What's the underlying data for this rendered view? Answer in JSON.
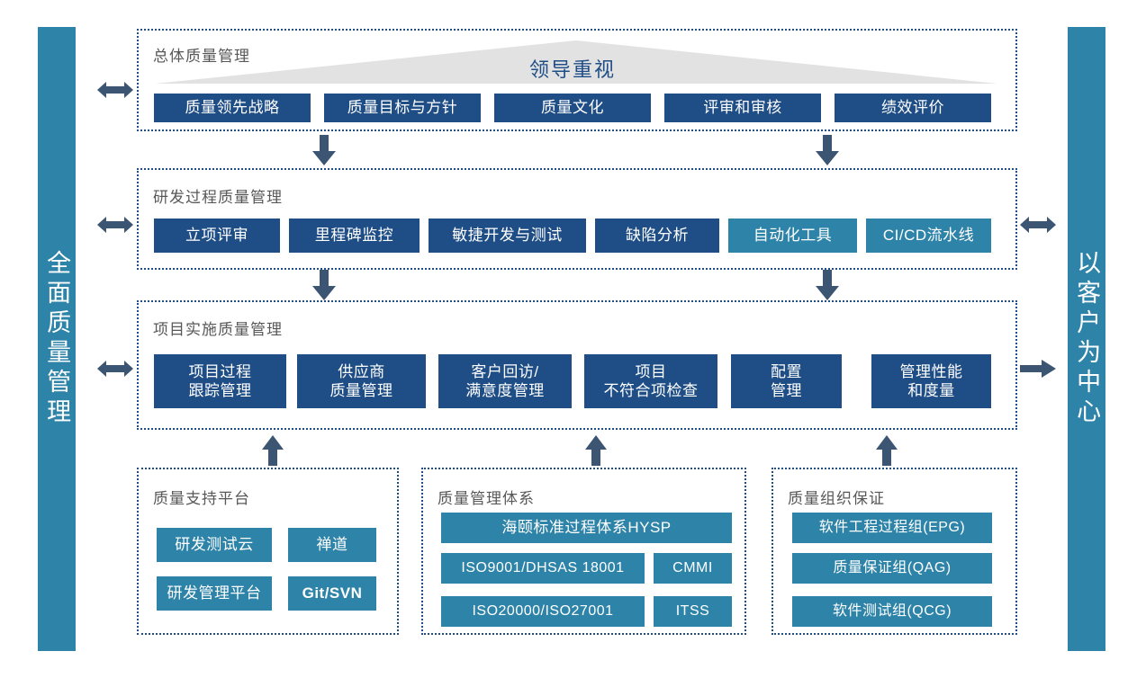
{
  "sidebars": {
    "left": {
      "label": "全面质量管理",
      "color": "#2E83A8"
    },
    "right": {
      "label": "以客户为中心",
      "color": "#2E83A8"
    }
  },
  "colors": {
    "navy": "#1F4E86",
    "teal": "#2E83A8",
    "banner_gray": "#E2E2E2",
    "arrow": "#3C5572",
    "panel_border": "#1F4E86",
    "title_text": "#585858"
  },
  "banner": {
    "label": "领导重视"
  },
  "sections": [
    {
      "title": "总体质量管理",
      "items": [
        {
          "label": "质量领先战略",
          "style": "navy"
        },
        {
          "label": "质量目标与方针",
          "style": "navy"
        },
        {
          "label": "质量文化",
          "style": "navy"
        },
        {
          "label": "评审和审核",
          "style": "navy"
        },
        {
          "label": "绩效评价",
          "style": "navy"
        }
      ]
    },
    {
      "title": "研发过程质量管理",
      "items": [
        {
          "label": "立项评审",
          "style": "navy"
        },
        {
          "label": "里程碑监控",
          "style": "navy"
        },
        {
          "label": "敏捷开发与测试",
          "style": "navy"
        },
        {
          "label": "缺陷分析",
          "style": "navy"
        },
        {
          "label": "自动化工具",
          "style": "teal"
        },
        {
          "label": "CI/CD流水线",
          "style": "teal"
        }
      ]
    },
    {
      "title": "项目实施质量管理",
      "items": [
        {
          "label": "项目过程\n跟踪管理",
          "style": "navy"
        },
        {
          "label": "供应商\n质量管理",
          "style": "navy"
        },
        {
          "label": "客户回访/\n满意度管理",
          "style": "navy"
        },
        {
          "label": "项目\n不符合项检查",
          "style": "navy"
        },
        {
          "label": "配置\n管理",
          "style": "navy"
        },
        {
          "label": "管理性能\n和度量",
          "style": "navy"
        }
      ]
    }
  ],
  "bottom_panels": [
    {
      "title": "质量支持平台",
      "rows": [
        [
          {
            "label": "研发测试云",
            "style": "teal",
            "bold": false
          },
          {
            "label": "禅道",
            "style": "teal",
            "bold": false
          }
        ],
        [
          {
            "label": "研发管理平台",
            "style": "teal",
            "bold": false
          },
          {
            "label": "Git/SVN",
            "style": "teal",
            "bold": true
          }
        ]
      ]
    },
    {
      "title": "质量管理体系",
      "rows": [
        [
          {
            "label": "海颐标准过程体系HYSP",
            "style": "teal",
            "bold": false
          }
        ],
        [
          {
            "label": "ISO9001/DHSAS 18001",
            "style": "teal",
            "bold": false
          },
          {
            "label": "CMMI",
            "style": "teal",
            "bold": false
          }
        ],
        [
          {
            "label": "ISO20000/ISO27001",
            "style": "teal",
            "bold": false
          },
          {
            "label": "ITSS",
            "style": "teal",
            "bold": false
          }
        ]
      ]
    },
    {
      "title": "质量组织保证",
      "rows": [
        [
          {
            "label": "软件工程过程组(EPG)",
            "style": "teal",
            "bold": false
          }
        ],
        [
          {
            "label": "质量保证组(QAG)",
            "style": "teal",
            "bold": false
          }
        ],
        [
          {
            "label": "软件测试组(QCG)",
            "style": "teal",
            "bold": false
          }
        ]
      ]
    }
  ],
  "arrows": [
    {
      "name": "left-link-overall",
      "dir": "both"
    },
    {
      "name": "left-link-rnd",
      "dir": "both"
    },
    {
      "name": "left-link-project",
      "dir": "both"
    },
    {
      "name": "right-link-rnd",
      "dir": "both"
    },
    {
      "name": "right-link-project",
      "dir": "right"
    },
    {
      "name": "flow-overall-to-rnd-left",
      "dir": "down"
    },
    {
      "name": "flow-overall-to-rnd-right",
      "dir": "down"
    },
    {
      "name": "flow-rnd-to-project-left",
      "dir": "down"
    },
    {
      "name": "flow-rnd-to-project-right",
      "dir": "down"
    },
    {
      "name": "flow-support-to-project",
      "dir": "up"
    },
    {
      "name": "flow-system-to-project",
      "dir": "up"
    },
    {
      "name": "flow-org-to-project",
      "dir": "up"
    }
  ]
}
